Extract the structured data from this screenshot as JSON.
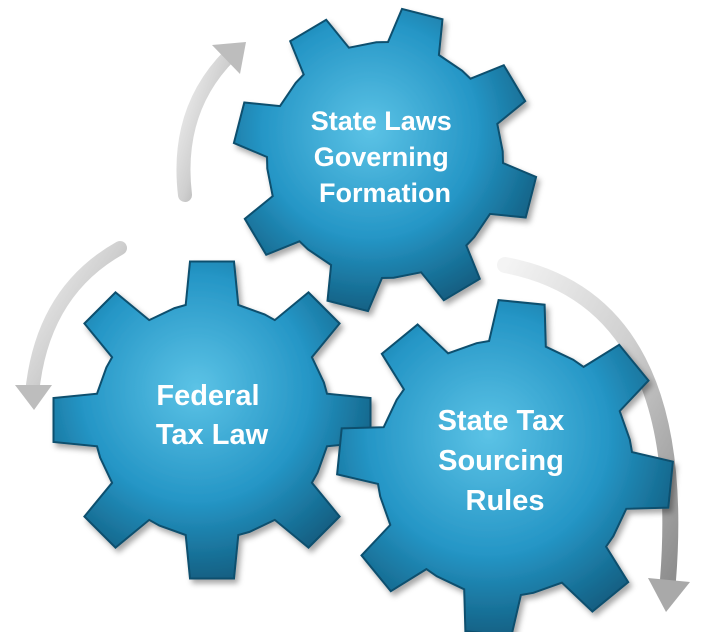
{
  "gears": [
    {
      "id": "state-laws",
      "lines": [
        "State Laws",
        "Governing",
        "Formation"
      ]
    },
    {
      "id": "federal",
      "lines": [
        "Federal",
        "Tax Law"
      ]
    },
    {
      "id": "state-tax",
      "lines": [
        "State Tax",
        "Sourcing",
        "Rules"
      ]
    }
  ],
  "colors": {
    "gear_light": "#4fb3d9",
    "gear_mid": "#1f8fbf",
    "gear_dark": "#0e4f6e",
    "tooth_dark": "#3a5560",
    "arrow_light": "#f2f2f2",
    "arrow_dark": "#9a9a9a"
  }
}
